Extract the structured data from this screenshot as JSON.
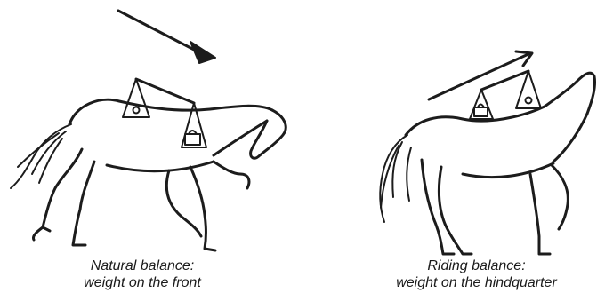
{
  "panels": [
    {
      "caption_line1": "Natural balance:",
      "caption_line2": "weight on the front"
    },
    {
      "caption_line1": "Riding balance:",
      "caption_line2": "weight on the hindquarter"
    }
  ]
}
